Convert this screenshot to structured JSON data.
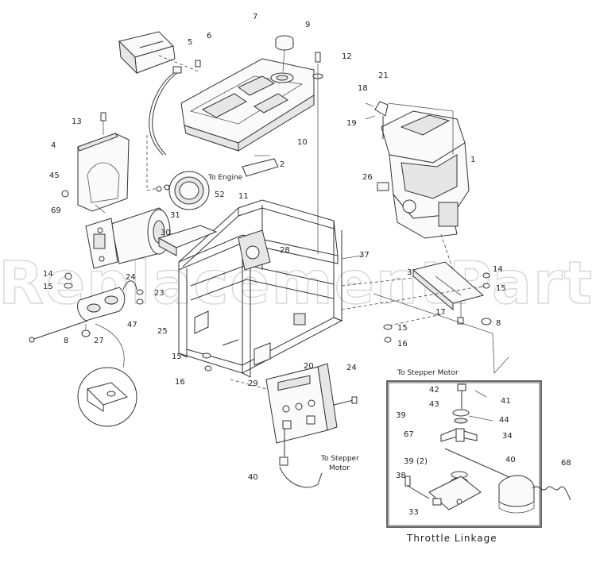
{
  "watermark": "ReplacementParts.c",
  "labels": {
    "to_engine": "To Engine",
    "to_stepper_motor_top": "To Stepper Motor",
    "to_stepper_motor_line1": "To Stepper",
    "to_stepper_motor_line2": "Motor",
    "throttle_linkage": "Throttle Linkage"
  },
  "part_numbers": {
    "p7": "7",
    "p9": "9",
    "p5": "5",
    "p6": "6",
    "p12": "12",
    "p18": "18",
    "p21": "21",
    "p13": "13",
    "p19": "19",
    "p4": "4",
    "p10": "10",
    "p1": "1",
    "p45": "45",
    "p2": "2",
    "p26": "26",
    "p69": "69",
    "p52": "52",
    "p11": "11",
    "p31": "31",
    "p30": "30",
    "p28": "28",
    "p37": "37",
    "p3": "3",
    "p14a": "14",
    "p14b": "14",
    "p15a": "15",
    "p15b": "15",
    "p24a": "24",
    "p23": "23",
    "p47": "47",
    "p25": "25",
    "p17": "17",
    "p8a": "8",
    "p8b": "8",
    "p27": "27",
    "p15c": "15",
    "p16a": "16",
    "p15d": "15",
    "p16b": "16",
    "p20": "20",
    "p24b": "24",
    "p29": "29",
    "p40a": "40",
    "p42": "42",
    "p41": "41",
    "p43": "43",
    "p44": "44",
    "p39": "39",
    "p67": "67",
    "p34": "34",
    "p39b": "39 (2)",
    "p40b": "40",
    "p68": "68",
    "p38": "38",
    "p33": "33"
  }
}
